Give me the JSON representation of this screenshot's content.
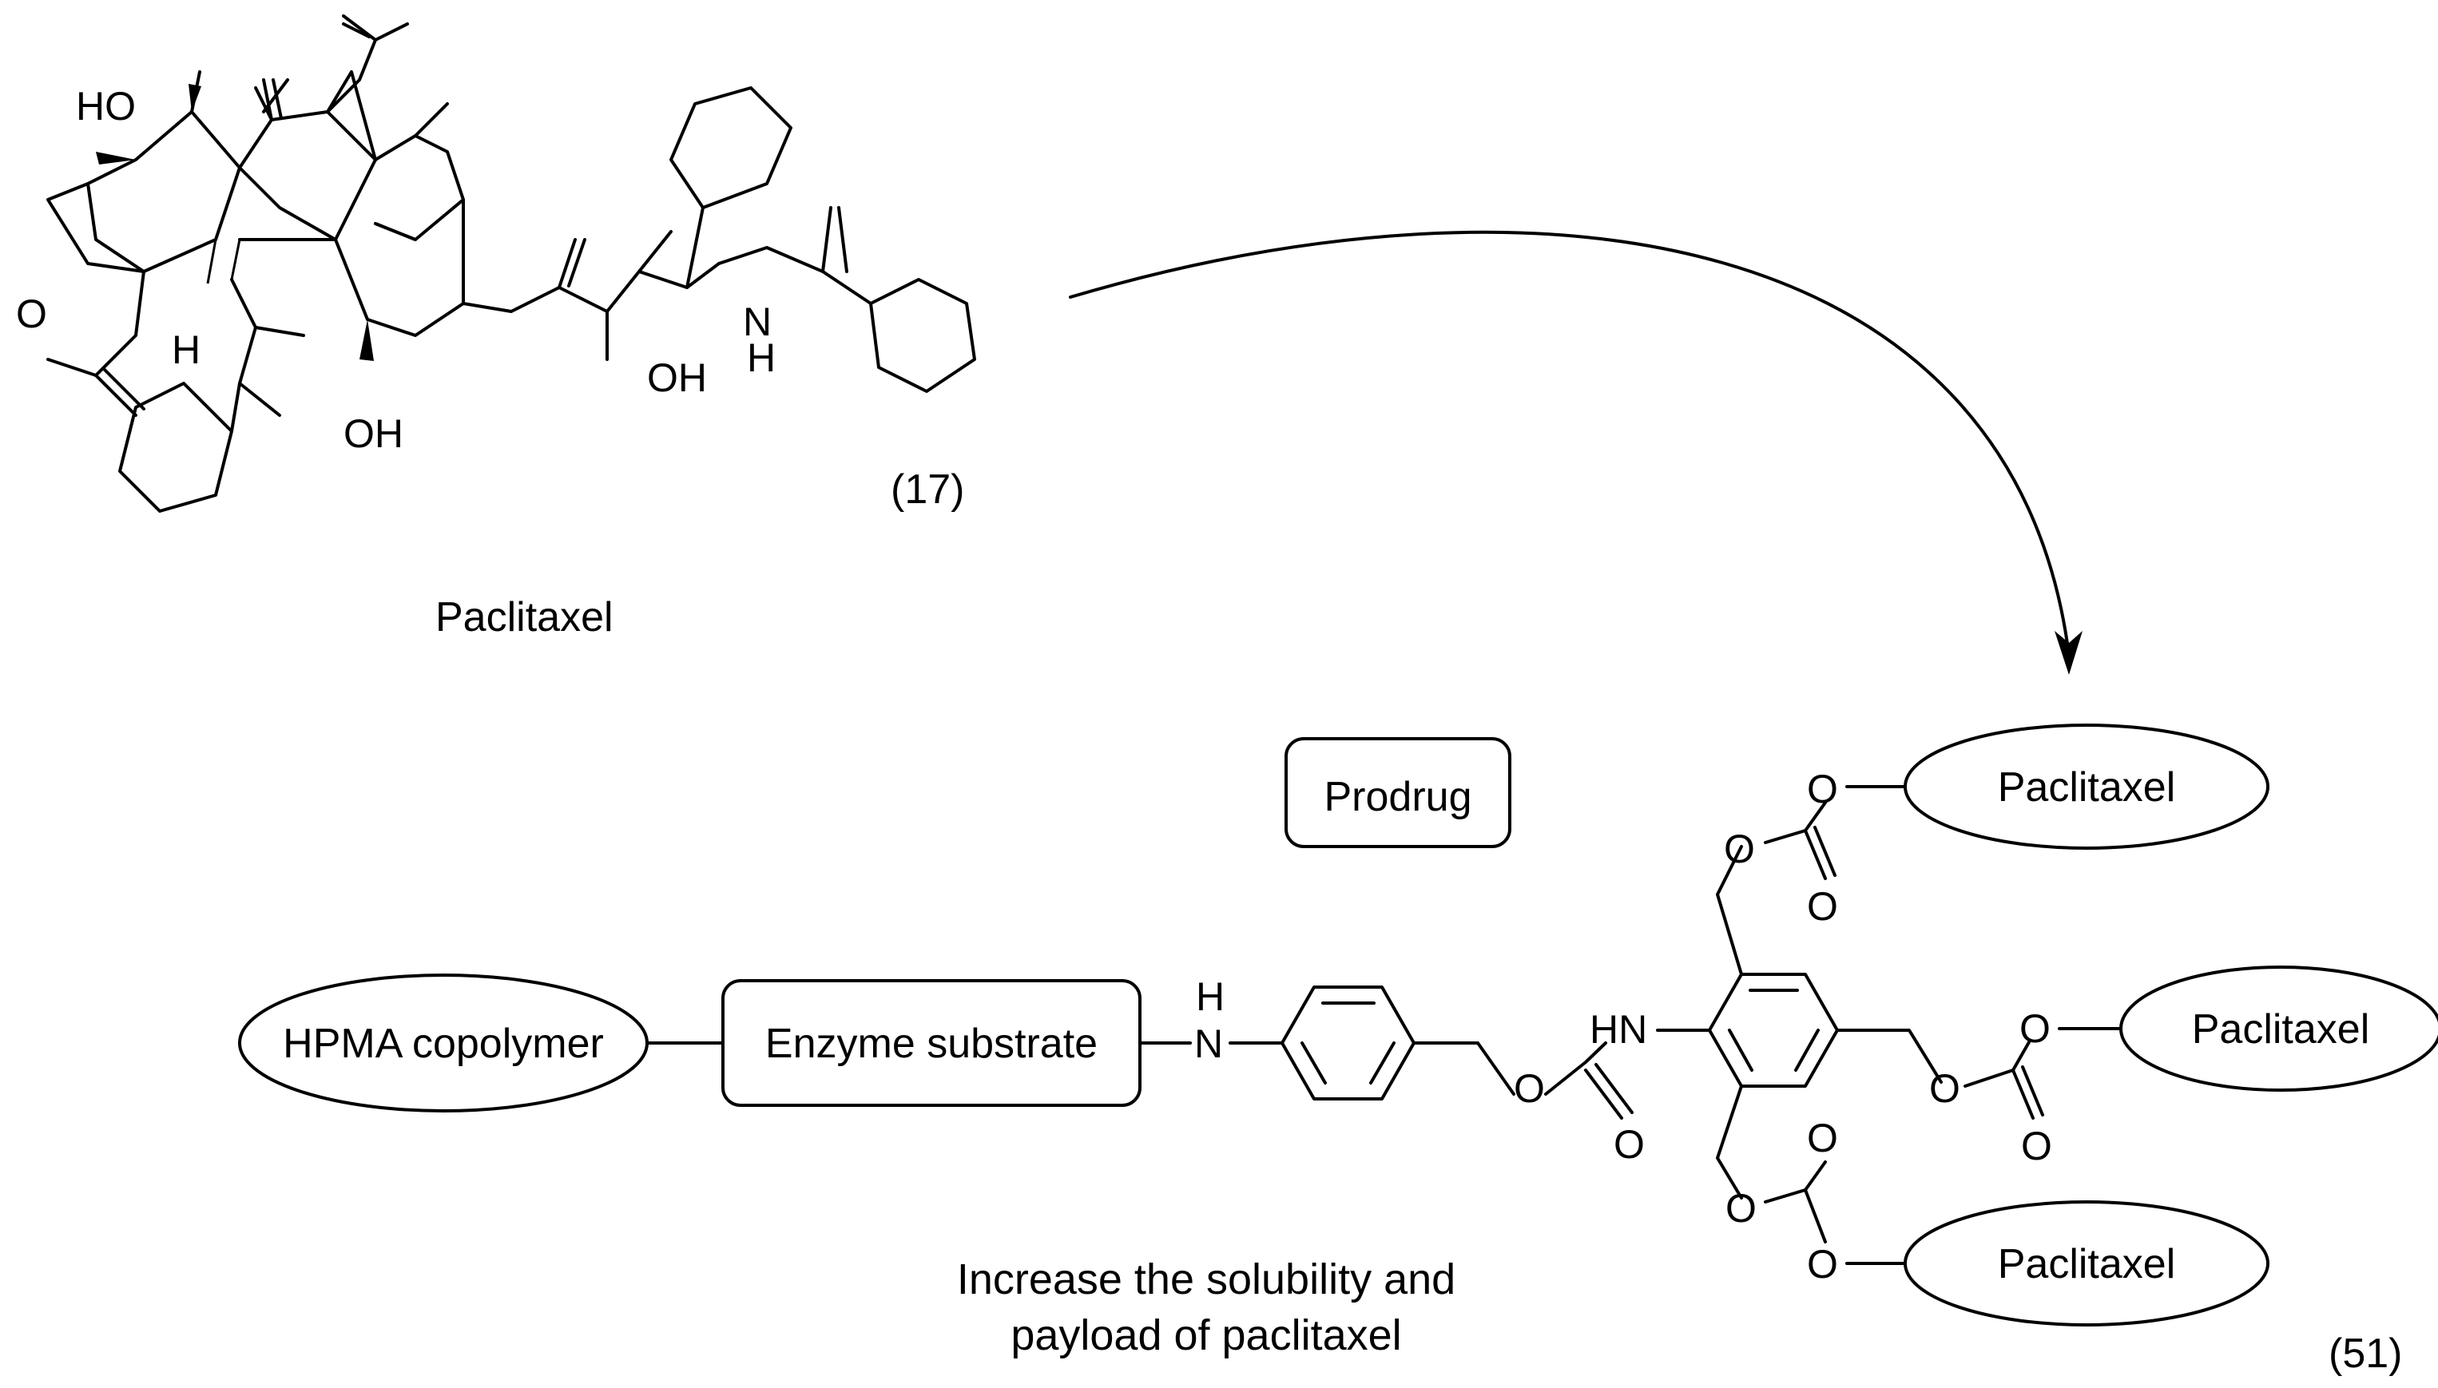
{
  "paclitaxel_structure": {
    "name": "Paclitaxel",
    "compound_number": "(17)",
    "atoms": {
      "ho_top": "HO",
      "o_ring": "O",
      "h_ring": "H",
      "oh_bottom": "OH",
      "oh_side": "OH",
      "nh": "N",
      "nh_h": "H"
    }
  },
  "prodrug_structure": {
    "label": "Prodrug",
    "compound_number": "(51)",
    "polymer": "HPMA copolymer",
    "linker": "Enzyme substrate",
    "payload": [
      "Paclitaxel",
      "Paclitaxel",
      "Paclitaxel"
    ],
    "atoms": {
      "n": "N",
      "h": "H",
      "hn": "HN",
      "o": "O"
    },
    "caption_line1": "Increase the solubility and",
    "caption_line2": "payload of paclitaxel"
  }
}
